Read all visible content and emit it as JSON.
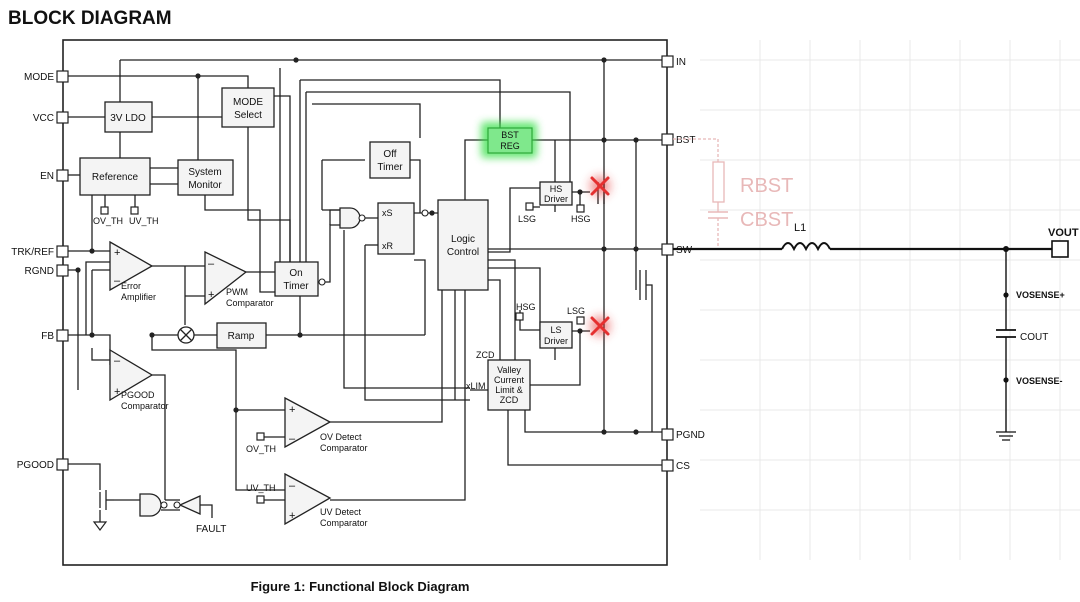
{
  "header": {
    "title": "BLOCK DIAGRAM"
  },
  "caption": "Figure 1: Functional Block Diagram",
  "pins_left": [
    "MODE",
    "VCC",
    "EN",
    "TRK/REF",
    "RGND",
    "FB",
    "PGOOD"
  ],
  "pins_right": [
    "IN",
    "BST",
    "SW",
    "PGND",
    "CS"
  ],
  "blocks": {
    "ldo": "3V LDO",
    "mode_select": [
      "MODE",
      "Select"
    ],
    "reference": "Reference",
    "system_monitor": [
      "System",
      "Monitor"
    ],
    "off_timer": [
      "Off",
      "Timer"
    ],
    "on_timer": [
      "On",
      "Timer"
    ],
    "bst_reg": [
      "BST",
      "REG"
    ],
    "hs_driver": [
      "HS",
      "Driver"
    ],
    "ls_driver": [
      "LS",
      "Driver"
    ],
    "logic_control": [
      "Logic",
      "Control"
    ],
    "ramp": "Ramp",
    "valley": [
      "Valley",
      "Current",
      "Limit &",
      "ZCD"
    ],
    "latch_s": "xS",
    "latch_r": "xR"
  },
  "labels": {
    "error_amplifier": [
      "Error",
      "Amplifier"
    ],
    "pwm_comparator": [
      "PWM",
      "Comparator"
    ],
    "pgood_comparator": [
      "PGOOD",
      "Comparator"
    ],
    "ov_detect": [
      "OV Detect",
      "Comparator"
    ],
    "uv_detect": [
      "UV Detect",
      "Comparator"
    ],
    "ov_th_ref": "OV_TH",
    "uv_th_ref": "UV_TH",
    "ov_th_cmp": "OV_TH",
    "uv_th_cmp": "UV_TH",
    "fault": "FAULT",
    "lsg_hs": "LSG",
    "hsg_hs": "HSG",
    "hsg_ls": "HSG",
    "lsg_ls": "LSG",
    "zcd": "ZCD",
    "xlim": "xLIM",
    "plus": "+",
    "minus": "–"
  },
  "external": {
    "rbst": "RBST",
    "cbst": "CBST",
    "l1": "L1",
    "vout": "VOUT",
    "vsense_pos": "VOSENSE+",
    "cout": "COUT",
    "vsense_neg": "VOSENSE-"
  },
  "colors": {
    "bst_reg_glow": "#38e048",
    "x_mark": "#e53030",
    "faded_components": "#e8b8b8",
    "background_grid": "#e9e9e9"
  }
}
